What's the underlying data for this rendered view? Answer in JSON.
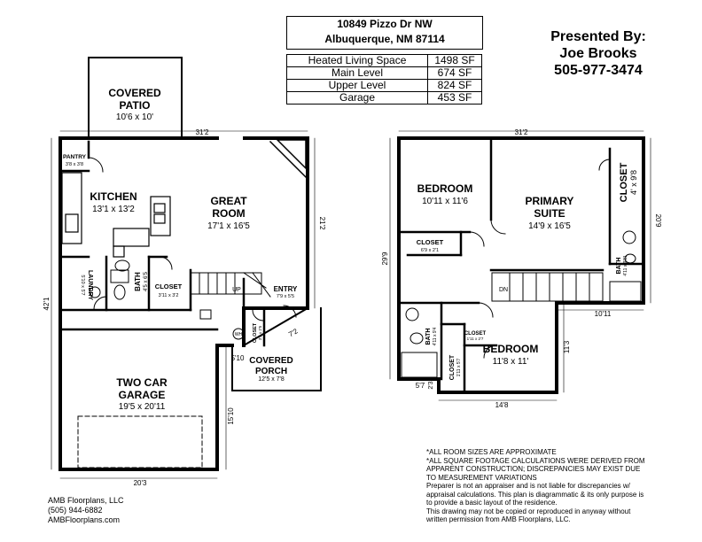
{
  "header": {
    "address_line1": "10849 Pizzo Dr NW",
    "address_line2": "Albuquerque, NM 87114"
  },
  "square_footage": [
    {
      "label": "Heated Living Space",
      "value": "1498 SF"
    },
    {
      "label": "Main Level",
      "value": "674 SF"
    },
    {
      "label": "Upper Level",
      "value": "824 SF"
    },
    {
      "label": "Garage",
      "value": "453 SF"
    }
  ],
  "presenter": {
    "line1": "Presented By:",
    "name": "Joe Brooks",
    "phone": "505-977-3474"
  },
  "main_level": {
    "rooms": {
      "covered_patio": {
        "name1": "COVERED",
        "name2": "PATIO",
        "size": "10'6 x 10'"
      },
      "pantry": {
        "name": "PANTRY",
        "size": "3'8 x 3'8"
      },
      "kitchen": {
        "name": "KITCHEN",
        "size": "13'1 x 13'2"
      },
      "great_room": {
        "name1": "GREAT",
        "name2": "ROOM",
        "size": "17'1 x 16'5"
      },
      "laundry": {
        "name": "LAUNDRY",
        "size": "5'10 x 5'7"
      },
      "bath": {
        "name": "BATH",
        "size": "4'5 x 6'5"
      },
      "closet": {
        "name": "CLOSET",
        "size": "3'11 x 3'2"
      },
      "entry": {
        "name": "ENTRY",
        "size": "7'9 x 5'5"
      },
      "entry_closet": {
        "name": "CLOSET",
        "size": "3'2 x 2'5"
      },
      "covered_porch": {
        "name1": "COVERED",
        "name2": "PORCH",
        "size": "12'5 x 7'8"
      },
      "garage": {
        "name1": "TWO CAR",
        "name2": "GARAGE",
        "size": "19'5 x 20'11"
      }
    },
    "labels": {
      "up": "UP",
      "wh": "WH"
    },
    "dims": {
      "top": "31'2",
      "right": "21'2",
      "left": "42'1",
      "bottom": "20'3",
      "porch_width": "5'10",
      "porch_diag": "7'2",
      "garage_right": "15'10"
    }
  },
  "upper_level": {
    "rooms": {
      "bedroom1": {
        "name": "BEDROOM",
        "size": "10'11 x 11'6"
      },
      "primary_suite": {
        "name1": "PRIMARY",
        "name2": "SUITE",
        "size": "14'9 x 16'5"
      },
      "closet_primary": {
        "name": "CLOSET",
        "size": "4' x 9'8"
      },
      "closet_bed1": {
        "name": "CLOSET",
        "size": "6'9 x 2'1"
      },
      "bath_primary": {
        "name": "BATH",
        "size": "4'11 x 9'11"
      },
      "bath_hall": {
        "name": "BATH",
        "size": "4'11 x 9'4"
      },
      "closet_small": {
        "name": "CLOSET",
        "size": "1'11 x 2'7"
      },
      "closet_bed2": {
        "name": "CLOSET",
        "size": "1'11 x 5'7"
      },
      "bedroom2": {
        "name": "BEDROOM",
        "size": "11'8 x 11'"
      }
    },
    "labels": {
      "dn": "DN"
    },
    "dims": {
      "top": "31'2",
      "right": "20'9",
      "left": "29'9",
      "notch_width": "10'11",
      "notch_height": "11'3",
      "bottom": "14'8",
      "bottom_left": "5'7",
      "bottom_left_v": "2'3"
    }
  },
  "company": {
    "name": "AMB Floorplans, LLC",
    "phone": "(505) 944-6882",
    "website": "AMBFloorplans.com"
  },
  "disclaimer": {
    "line1": "*ALL ROOM SIZES ARE APPROXIMATE",
    "line2": "*ALL SQUARE FOOTAGE CALCULATIONS WERE DERIVED FROM",
    "line3": "APPARENT CONSTRUCTION; DISCREPANCIES MAY EXIST DUE",
    "line4": "TO MEASUREMENT VARIATIONS",
    "line5": "Preparer is not an appraiser and is not liable for discrepancies w/",
    "line6": "appraisal calculations.  This plan is diagrammatic & its only purpose is",
    "line7": "to provide a basic layout of the residence.",
    "line8": "This drawing may not be copied or reproduced in anyway without",
    "line9": "written permission from AMB Floorplans, LLC."
  }
}
